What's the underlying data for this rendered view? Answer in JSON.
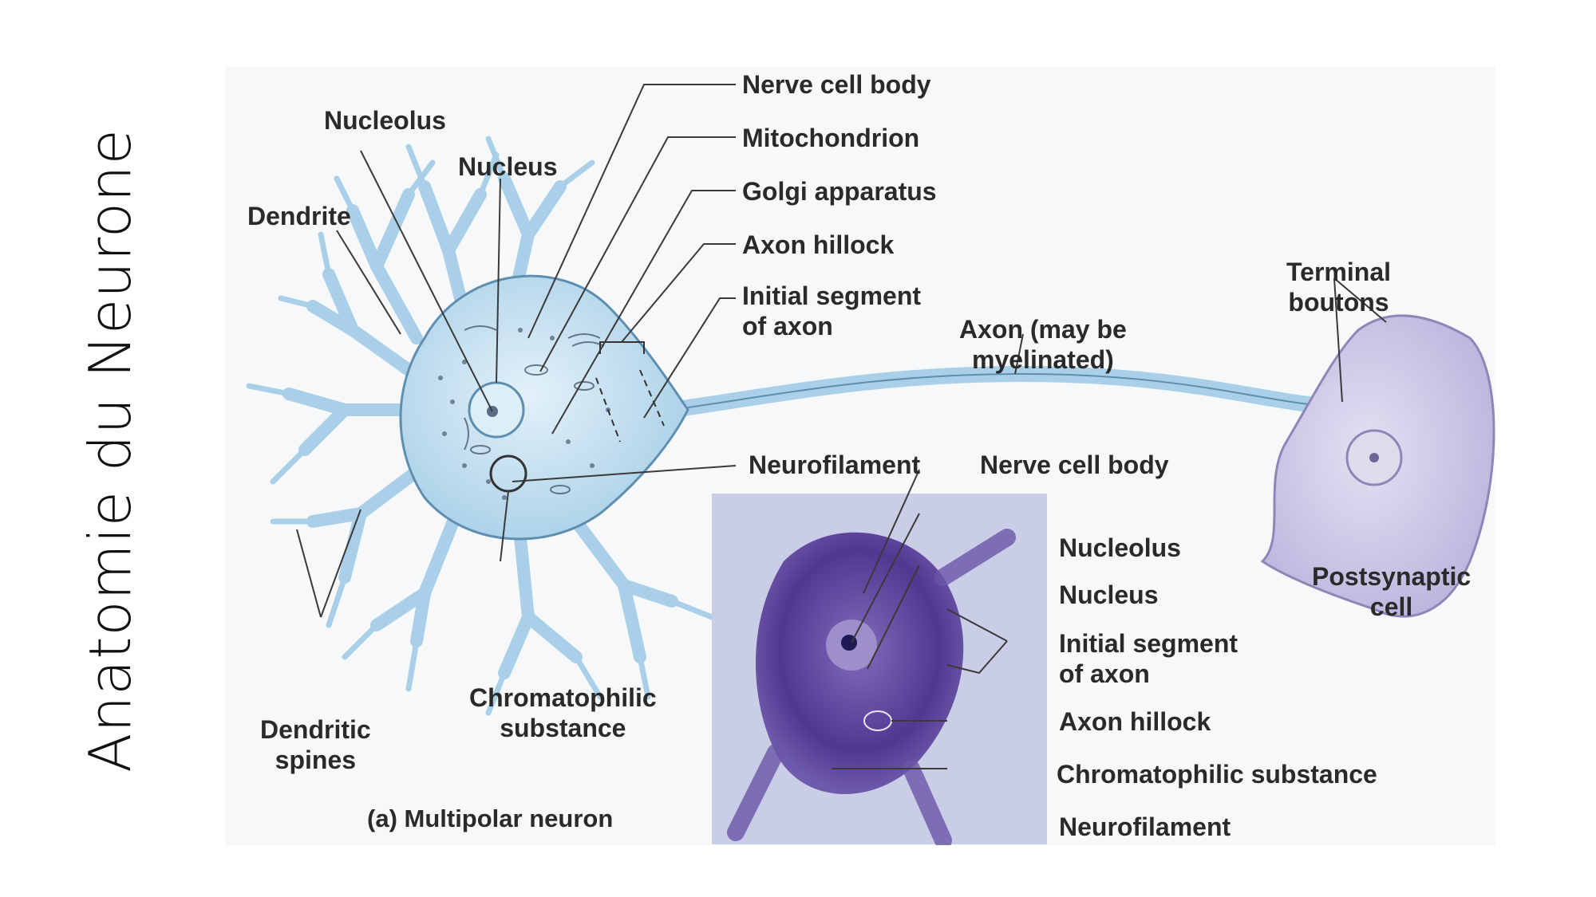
{
  "slide": {
    "title": "Anatomie du Neurone"
  },
  "figure": {
    "caption": "(a) Multipolar neuron",
    "labels": {
      "nucleolus": "Nucleolus",
      "nucleus": "Nucleus",
      "dendrite": "Dendrite",
      "nerve_cell_body": "Nerve cell body",
      "mitochondrion": "Mitochondrion",
      "golgi_apparatus": "Golgi apparatus",
      "axon_hillock": "Axon hillock",
      "initial_segment_1": "Initial segment",
      "initial_segment_2": "of axon",
      "axon_1": "Axon (may be",
      "axon_2": "myelinated)",
      "terminal_boutons_1": "Terminal",
      "terminal_boutons_2": "boutons",
      "neurofilament": "Neurofilament",
      "postsynaptic_1": "Postsynaptic",
      "postsynaptic_2": "cell",
      "dendritic_spines_1": "Dendritic",
      "dendritic_spines_2": "spines",
      "chromatophilic_1": "Chromatophilic",
      "chromatophilic_2": "substance"
    },
    "micrograph_labels": {
      "nerve_cell_body": "Nerve cell body",
      "nucleolus": "Nucleolus",
      "nucleus": "Nucleus",
      "initial_segment_1": "Initial segment",
      "initial_segment_2": "of axon",
      "axon_hillock": "Axon hillock",
      "chromatophilic_substance": "Chromatophilic substance",
      "neurofilament": "Neurofilament"
    },
    "colors": {
      "neuron_fill": "#bcdcef",
      "neuron_stroke": "#5f8fb0",
      "postsynaptic_fill": "#cfc9e6",
      "micrograph_bg": "#c9cde6",
      "stain": "#5a3c9a",
      "leader_line": "#3a3a3a"
    }
  }
}
